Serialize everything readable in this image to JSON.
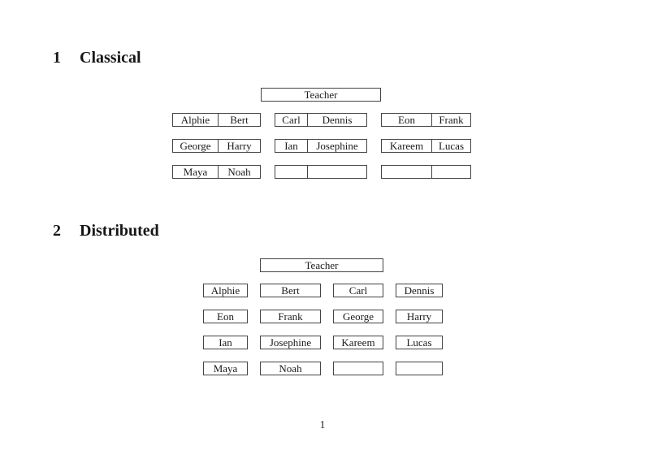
{
  "page": {
    "number": "1"
  },
  "sections": [
    {
      "number": "1",
      "title": "Classical",
      "teacher_label": "Teacher",
      "rows": [
        [
          [
            "Alphie",
            "Bert"
          ],
          [
            "Carl",
            "Dennis"
          ],
          [
            "Eon",
            "Frank"
          ]
        ],
        [
          [
            "George",
            "Harry"
          ],
          [
            "Ian",
            "Josephine"
          ],
          [
            "Kareem",
            "Lucas"
          ]
        ],
        [
          [
            "Maya",
            "Noah"
          ],
          [
            "",
            ""
          ],
          [
            "",
            ""
          ]
        ]
      ]
    },
    {
      "number": "2",
      "title": "Distributed",
      "teacher_label": "Teacher",
      "rows": [
        [
          "Alphie",
          "Bert",
          "Carl",
          "Dennis"
        ],
        [
          "Eon",
          "Frank",
          "George",
          "Harry"
        ],
        [
          "Ian",
          "Josephine",
          "Kareem",
          "Lucas"
        ],
        [
          "Maya",
          "Noah",
          "",
          ""
        ]
      ]
    }
  ]
}
